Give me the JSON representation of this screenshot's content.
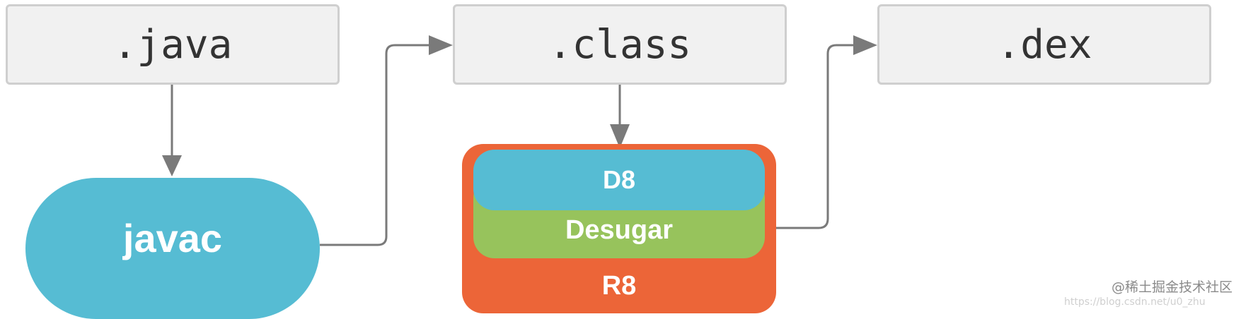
{
  "nodes": {
    "java": ".java",
    "class": ".class",
    "dex": ".dex",
    "javac": "javac",
    "d8": "D8",
    "desugar": "Desugar",
    "r8": "R8"
  },
  "watermark": {
    "text": "@稀土掘金技术社区",
    "url": "https://blog.csdn.net/u0_zhu"
  },
  "colors": {
    "file_box_fill": "#f1f1f1",
    "file_box_border": "#cfcfcf",
    "javac_fill": "#56bcd3",
    "d8_fill": "#56bcd3",
    "desugar_fill": "#97c35c",
    "r8_fill": "#ec6538",
    "arrow": "#7a7a7a"
  }
}
